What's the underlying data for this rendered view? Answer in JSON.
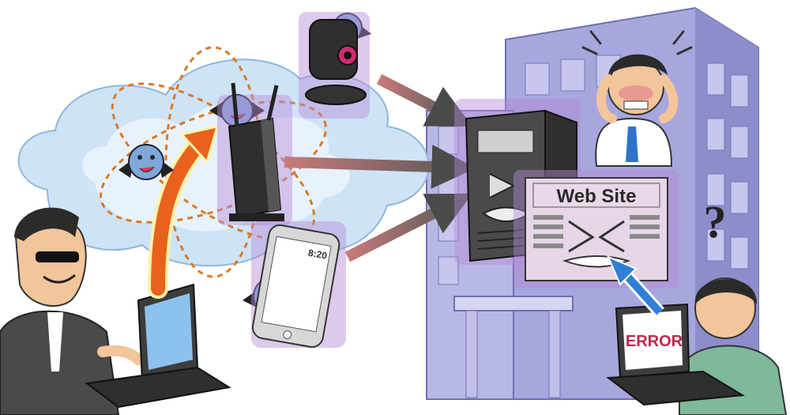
{
  "labels": {
    "website_banner": "Web Site",
    "error_screen": "ERROR",
    "phone_clock": "8:20",
    "question_mark": "?"
  },
  "colors": {
    "cloud_fill": "#cfe3f7",
    "cloud_inner": "#e8f2fc",
    "building": "#a7a7de",
    "building_shade": "#8d8dcc",
    "window": "#c6c6ee",
    "malware_blue": "#7fa8d8",
    "attack_arrow": "#e8621e",
    "aura_purple": "#9e6ac3",
    "error_text": "#c0264a",
    "banner_bg": "#ead8e8",
    "site_panel": "#e6d6e6",
    "blue_arrow": "#2f7fd6"
  },
  "icons": [
    "hacker-figure",
    "laptop-icon",
    "cloud-icon",
    "router-icon",
    "security-camera-icon",
    "smartphone-icon",
    "malware-bat-icon",
    "server-icon",
    "office-building-icon",
    "stressed-admin-figure",
    "confused-user-figure",
    "attack-arrow-icon"
  ]
}
